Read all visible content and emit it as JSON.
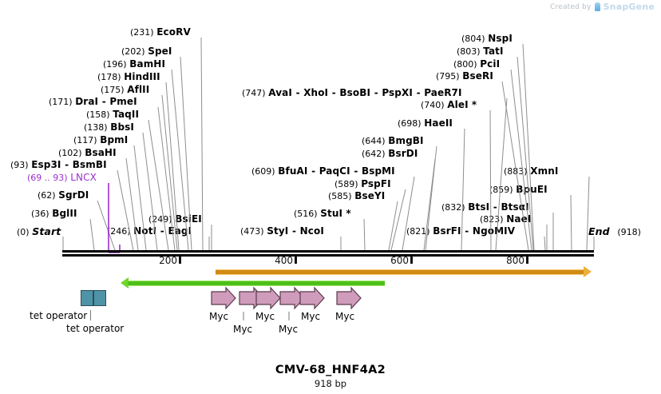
{
  "watermark": {
    "prefix": "Created by",
    "brand": "SnapGene",
    "logo_icon": "snapgene-logo-icon"
  },
  "title": "CMV-68_HNF4A2",
  "subtitle": "918 bp",
  "sequence": {
    "length": 918,
    "start_label": "Start",
    "start_pos": "(0)",
    "end_label": "End",
    "end_pos": "(918)"
  },
  "ruler": {
    "ticks": [
      {
        "label": "200",
        "value": 200
      },
      {
        "label": "400",
        "value": 400
      },
      {
        "label": "600",
        "value": 600
      },
      {
        "label": "800",
        "value": 800
      }
    ]
  },
  "enzymes": [
    {
      "pos": "(231)",
      "names": [
        "EcoRV"
      ]
    },
    {
      "pos": "(202)",
      "names": [
        "SpeI"
      ]
    },
    {
      "pos": "(196)",
      "names": [
        "BamHI"
      ]
    },
    {
      "pos": "(178)",
      "names": [
        "HindIII"
      ]
    },
    {
      "pos": "(175)",
      "names": [
        "AflII"
      ]
    },
    {
      "pos": "(171)",
      "names": [
        "DraI",
        "PmeI"
      ]
    },
    {
      "pos": "(158)",
      "names": [
        "TaqII"
      ]
    },
    {
      "pos": "(138)",
      "names": [
        "BbsI"
      ]
    },
    {
      "pos": "(117)",
      "names": [
        "BpmI"
      ]
    },
    {
      "pos": "(102)",
      "names": [
        "BsaHI"
      ]
    },
    {
      "pos": "(93)",
      "names": [
        "Esp3I",
        "BsmBI"
      ]
    },
    {
      "pos": "(62)",
      "names": [
        "SgrDI"
      ]
    },
    {
      "pos": "(36)",
      "names": [
        "BglII"
      ]
    },
    {
      "pos": "(246)",
      "names": [
        "NotI",
        "EagI"
      ]
    },
    {
      "pos": "(249)",
      "names": [
        "BsiEI"
      ]
    },
    {
      "pos": "(473)",
      "names": [
        "StyI",
        "NcoI"
      ]
    },
    {
      "pos": "(516)",
      "names": [
        "StuI *"
      ]
    },
    {
      "pos": "(585)",
      "names": [
        "BseYI"
      ]
    },
    {
      "pos": "(589)",
      "names": [
        "PspFI"
      ]
    },
    {
      "pos": "(609)",
      "names": [
        "BfuAI",
        "PaqCI",
        "BspMI"
      ]
    },
    {
      "pos": "(642)",
      "names": [
        "BsrDI"
      ]
    },
    {
      "pos": "(644)",
      "names": [
        "BmgBI"
      ]
    },
    {
      "pos": "(698)",
      "names": [
        "HaeII"
      ]
    },
    {
      "pos": "(740)",
      "names": [
        "AleI *"
      ]
    },
    {
      "pos": "(747)",
      "names": [
        "AvaI",
        "XhoI",
        "BsoBI",
        "PspXI",
        "PaeR7I"
      ]
    },
    {
      "pos": "(795)",
      "names": [
        "BseRI"
      ]
    },
    {
      "pos": "(800)",
      "names": [
        "PciI"
      ]
    },
    {
      "pos": "(803)",
      "names": [
        "TatI"
      ]
    },
    {
      "pos": "(804)",
      "names": [
        "NspI"
      ]
    },
    {
      "pos": "(821)",
      "names": [
        "BsrFI",
        "NgoMIV"
      ]
    },
    {
      "pos": "(823)",
      "names": [
        "NaeI"
      ]
    },
    {
      "pos": "(832)",
      "names": [
        "BtsI",
        "BtsαI"
      ]
    },
    {
      "pos": "(859)",
      "names": [
        "BpuEI"
      ]
    },
    {
      "pos": "(883)",
      "names": [
        "XmnI"
      ]
    }
  ],
  "features": {
    "lncx": {
      "pos": "(69 .. 93)",
      "name": "LNCX",
      "color": "#9b2fd0"
    },
    "tet_operators": [
      {
        "label": "tet operator"
      },
      {
        "label": "tet operator"
      }
    ],
    "myc_sites": [
      {
        "label": "Myc"
      },
      {
        "label": "Myc"
      },
      {
        "label": "Myc"
      },
      {
        "label": "Myc"
      },
      {
        "label": "Myc"
      },
      {
        "label": "Myc"
      }
    ],
    "orfs": [
      {
        "name": "green-orf",
        "direction": "left",
        "color": "#4fc01a"
      },
      {
        "name": "orange-orf",
        "direction": "right",
        "color": "#cf8b16"
      }
    ]
  }
}
